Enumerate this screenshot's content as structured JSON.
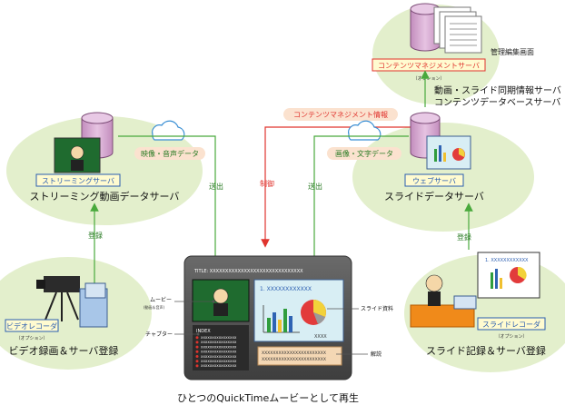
{
  "title": "ひとつのQuickTimeムービーとして再生",
  "left": {
    "server_tag": "ストリーミングサーバ",
    "server_title": "ストリーミング動画データサーバ",
    "flow_label": "映像・音声データ",
    "send_label": "送出",
    "register_label": "登録",
    "recorder_tag": "ビデオレコーダ",
    "recorder_option": "（オプション）",
    "recorder_title": "ビデオ録画＆サーバ登録"
  },
  "top": {
    "cms_tag": "コンテンツマネジメントサーバ",
    "cms_option": "（オプション）",
    "admin_screen_label": "管理編集画面",
    "cms_desc_line1": "動画・スライド同期情報サーバ",
    "cms_desc_line2": "コンテンツデータベースサーバ",
    "cms_info_label": "コンテンツマネジメント情報",
    "control_label": "制御"
  },
  "right": {
    "flow_label": "画像・文字データ",
    "send_label": "送出",
    "web_tag": "ウェブサーバ",
    "server_title": "スライドデータサーバ",
    "register_label": "登録",
    "recorder_tag": "スライドレコーダ",
    "recorder_option": "（オプション）",
    "recorder_title": "スライド記録＆サーバ登録",
    "slide_heading": "1. XXXXXXXXXXXX"
  },
  "player": {
    "title_bar": "TITLE: XXXXXXXXXXXXXXXXXXXXXXXXXXXXXX",
    "slide_heading": "1. XXXXXXXXXXXX",
    "slide_caption": "XXXX",
    "index_label": "INDEX",
    "index_items": [
      "XXXXXXXXXXXXXXXX",
      "XXXXXXXXXXXXXXXX",
      "XXXXXXXXXXXXXXXX",
      "XXXXXXXXXXXXXXXX",
      "XXXXXXXXXXXXXXXX",
      "XXXXXXXXXXXXXXXX",
      "XXXXXXXXXXXXXXXX"
    ],
    "desc_line1": "XXXXXXXXXXXXXXXXXXXXXXX",
    "desc_line2": "XXXXXXXXXXXXXXXXXXXXXXX"
  },
  "callouts": {
    "movie": "ムービー",
    "movie_sub": "(動画＆音声)",
    "chapter": "チャプター",
    "slide_material": "スライド資料",
    "explanation": "解説"
  },
  "colors": {
    "green_blob": "#e3efcc",
    "tag_border": "#2a5db0",
    "tag_fill": "#fffbd0",
    "cms_tag_border": "#e0342e",
    "flow_pill": "#fbe2cf",
    "arrow_green": "#49a93c",
    "arrow_red": "#e0342e",
    "db_fill": "#d7a9d3",
    "player_frame": "#555555",
    "slide_bg": "#d8eef4",
    "video_bg": "#1f6b2f"
  }
}
